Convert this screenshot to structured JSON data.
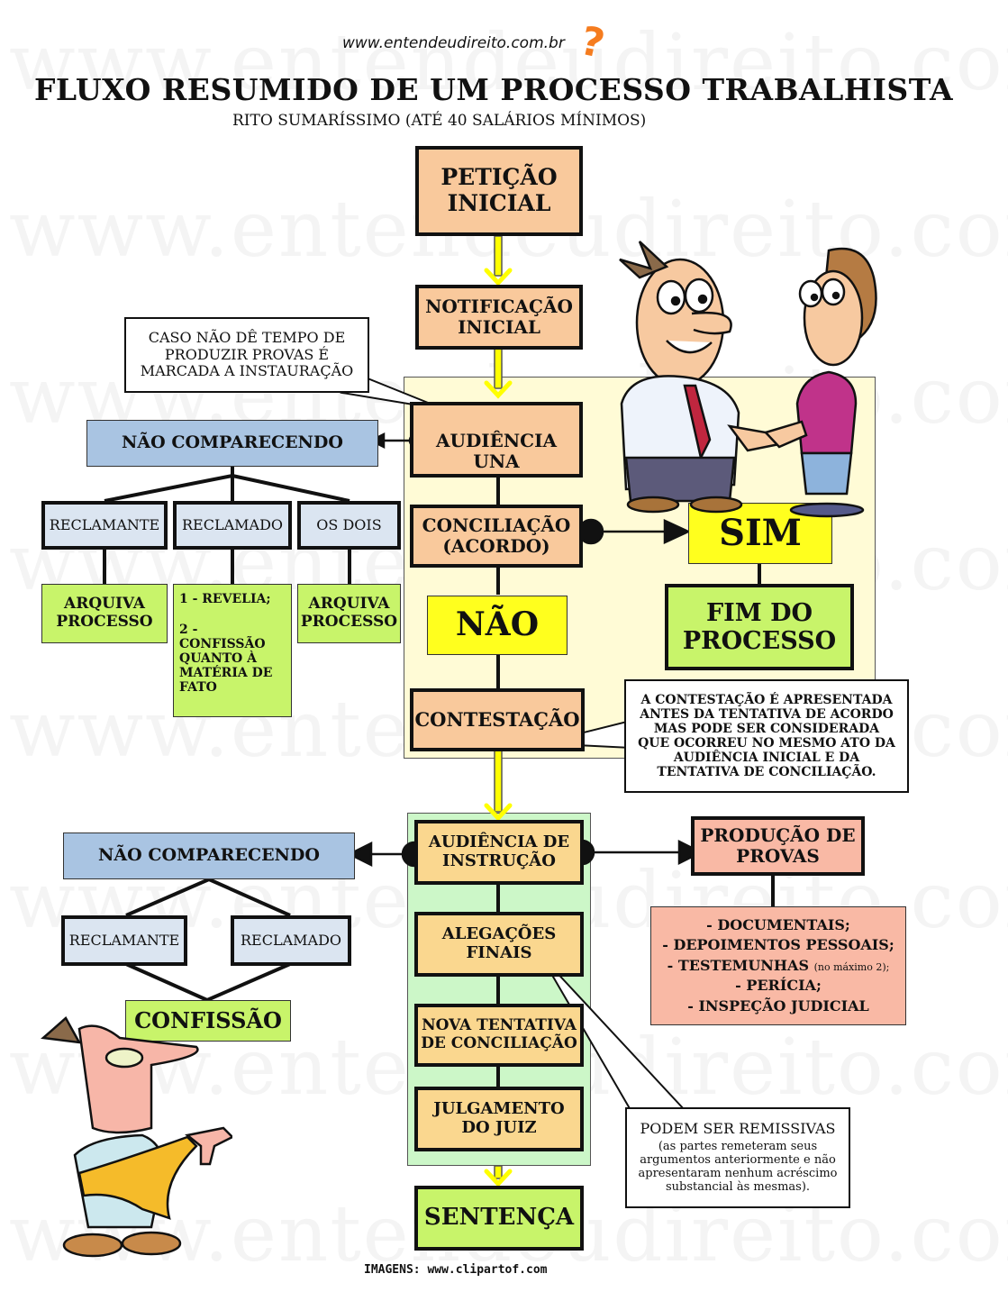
{
  "header": {
    "site_url": "www.entendeudireito.com.br",
    "logo_icon": "question-mark-icon",
    "title": "FLUXO RESUMIDO DE UM PROCESSO TRABALHISTA",
    "subtitle": "RITO SUMARÍSSIMO (ATÉ 40 SALÁRIOS MÍNIMOS)"
  },
  "watermark": "www.entendeudireito.com.br",
  "colors": {
    "peach": "#f9c99c",
    "blue": "#a9c4e2",
    "light_blue": "#dbe5f1",
    "lime": "#c8f46a",
    "yellow": "#ffff1e",
    "salmon": "#f9b9a5",
    "orange": "#fad78f",
    "panel_cream": "#fffbd6",
    "panel_green": "#ccf7c8",
    "arrow_yellow": "#ffff00",
    "accent_orange": "#f57c1f"
  },
  "main_flow": {
    "peticao_inicial": "PETIÇÃO INICIAL",
    "notificacao_inicial": "NOTIFICAÇÃO INICIAL",
    "audiencia_una": "AUDIÊNCIA UNA",
    "conciliacao": "CONCILIAÇÃO (ACORDO)",
    "sim": "SIM",
    "fim_processo": "FIM DO PROCESSO",
    "nao": "NÃO",
    "contestacao": "CONTESTAÇÃO",
    "audiencia_instrucao": "AUDIÊNCIA DE INSTRUÇÃO",
    "alegacoes_finais": "ALEGAÇÕES FINAIS",
    "nova_tentativa": "NOVA TENTATIVA DE CONCILIAÇÃO",
    "julgamento": "JULGAMENTO DO JUIZ",
    "sentenca": "SENTENÇA"
  },
  "notes": {
    "instauracao": "CASO NÃO DÊ TEMPO DE PRODUZIR PROVAS É MARCADA A INSTAURAÇÃO",
    "contestacao": "A CONTESTAÇÃO É APRESENTADA ANTES DA TENTATIVA DE ACORDO MAS PODE SER CONSIDERADA QUE OCORREU NO MESMO ATO DA AUDIÊNCIA INICIAL E DA TENTATIVA DE CONCILIAÇÃO.",
    "remissivas_title": "PODEM SER REMISSIVAS",
    "remissivas_body": "(as partes remeteram seus argumentos anteriormente e não apresentaram nenhum acréscimo substancial às mesmas)."
  },
  "branch_una": {
    "nao_comparecendo": "NÃO COMPARECENDO",
    "parties": [
      {
        "label": "RECLAMANTE",
        "result": "ARQUIVA PROCESSO"
      },
      {
        "label": "RECLAMADO",
        "result_lines": [
          "1 - REVELIA;",
          "2 - CONFISSÃO QUANTO À MATÉRIA DE FATO"
        ]
      },
      {
        "label": "OS DOIS",
        "result": "ARQUIVA PROCESSO"
      }
    ]
  },
  "branch_instrucao": {
    "nao_comparecendo": "NÃO COMPARECENDO",
    "parties": [
      "RECLAMANTE",
      "RECLAMADO"
    ],
    "result": "CONFISSÃO"
  },
  "provas": {
    "title": "PRODUÇÃO DE PROVAS",
    "items": [
      {
        "text": "- DOCUMENTAIS;"
      },
      {
        "text": "- DEPOIMENTOS PESSOAIS;"
      },
      {
        "text": "- TESTEMUNHAS",
        "small": "(no máximo 2);"
      },
      {
        "text": "- PERÍCIA;"
      },
      {
        "text": "- INSPEÇÃO JUDICIAL"
      }
    ]
  },
  "illustrations": {
    "handshake": "handshake-cartoon",
    "roman": "roman-thumbs-down-cartoon"
  },
  "footer": {
    "credits": "IMAGENS: www.clipartof.com"
  }
}
